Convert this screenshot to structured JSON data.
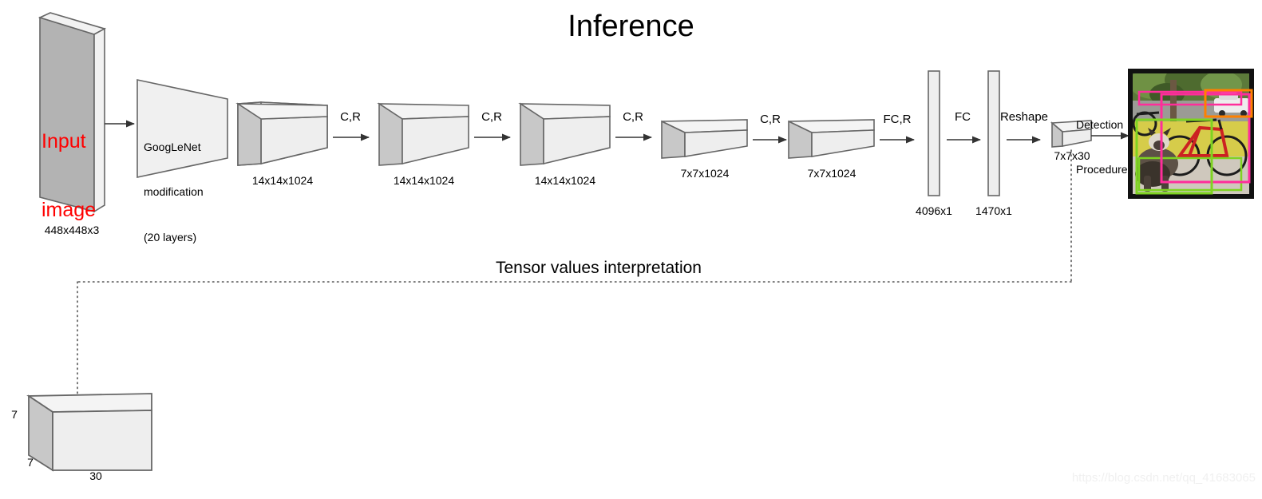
{
  "title": "Inference",
  "section_title": "Tensor values interpretation",
  "watermark": "https://blog.csdn.net/qq_41683065",
  "input": {
    "label_line1": "Input",
    "label_line2": "image",
    "dim": "448x448x3"
  },
  "backbone": {
    "line1": "GoogLeNet",
    "line2": "modification",
    "line3": "(20 layers)"
  },
  "blocks": [
    {
      "name": "conv-block-1",
      "dim": "14x14x1024"
    },
    {
      "name": "conv-block-2",
      "dim": "14x14x1024"
    },
    {
      "name": "conv-block-3",
      "dim": "14x14x1024"
    },
    {
      "name": "conv-block-4",
      "dim": "7x7x1024"
    },
    {
      "name": "conv-block-5",
      "dim": "7x7x1024"
    }
  ],
  "fc_layers": [
    {
      "name": "fc-4096",
      "dim": "4096x1"
    },
    {
      "name": "fc-1470",
      "dim": "1470x1"
    }
  ],
  "output_tensor": {
    "dim": "7x7x30"
  },
  "operations": [
    {
      "name": "op-cr-1",
      "label": "C,R"
    },
    {
      "name": "op-cr-2",
      "label": "C,R"
    },
    {
      "name": "op-cr-3",
      "label": "C,R"
    },
    {
      "name": "op-cr-4",
      "label": "C,R"
    },
    {
      "name": "op-fcr",
      "label": "FC,R"
    },
    {
      "name": "op-fc",
      "label": "FC"
    },
    {
      "name": "op-reshape",
      "label": "Reshape"
    }
  ],
  "detection": {
    "label_line1": "Detection",
    "label_line2": "Procedure"
  },
  "tensor_cube": {
    "height_label": "7",
    "depth_label": "7",
    "width_label": "30"
  },
  "colors": {
    "stroke": "#666666",
    "front_face": "#eeeeee",
    "top_face": "#f4f4f4",
    "side_face": "#c8c8c8",
    "input_face": "#b3b3b3",
    "input_edge": "#f0f0f0",
    "accent_red": "#ff0000",
    "dog_box": "#7ed321",
    "bike_box": "#ff2d9b",
    "car_box": "#ff8000"
  }
}
